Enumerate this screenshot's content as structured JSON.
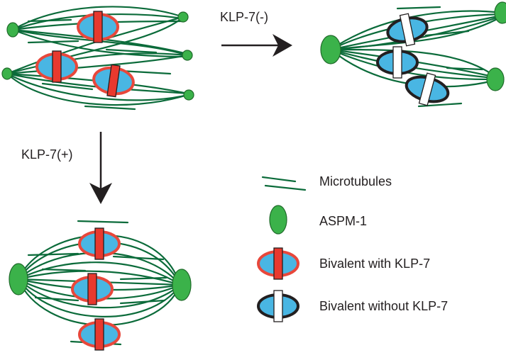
{
  "arrows": {
    "minus_label": "KLP-7(-)",
    "plus_label": "KLP-7(+)"
  },
  "legend": {
    "microtubules": "Microtubules",
    "aspm1": "ASPM-1",
    "bivalent_with": "Bivalent with KLP-7",
    "bivalent_without": "Bivalent without KLP-7"
  },
  "colors": {
    "microtubule": "#0b6b3a",
    "aspm1": "#3bb24a",
    "bivalent_fill": "#49b6e3",
    "klp7_ring": "#e8473b",
    "klp7_bar": "#e8392e"
  }
}
